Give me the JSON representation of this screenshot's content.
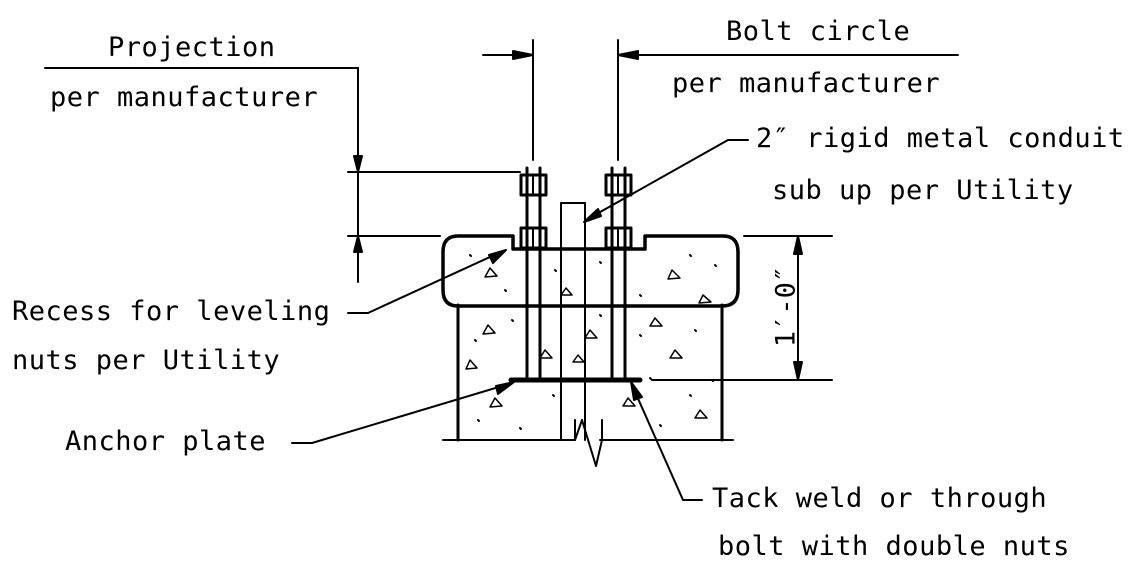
{
  "labels": {
    "projection_line1": "Projection",
    "projection_line2": "per manufacturer",
    "bolt_circle_line1": "Bolt circle",
    "bolt_circle_line2": "per manufacturer",
    "conduit_line1": "2″ rigid metal conduit",
    "conduit_line2": "sub up per Utility",
    "recess_line1": "Recess for leveling",
    "recess_line2": "nuts per Utility",
    "anchor_plate": "Anchor plate",
    "tack_weld_line1": "Tack weld or through",
    "tack_weld_line2": "bolt with double nuts",
    "height_dimension": "1′-0″"
  }
}
